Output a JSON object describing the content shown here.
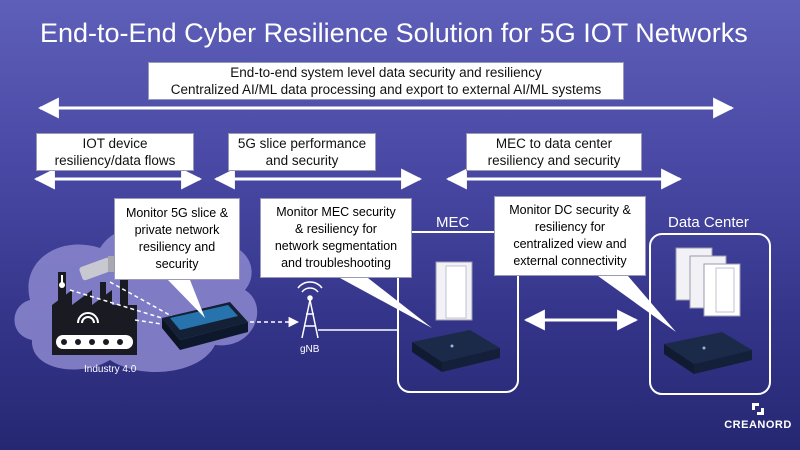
{
  "title": "End-to-End Cyber Resilience Solution for 5G IOT Networks",
  "top_box": {
    "line1": "End-to-end system level data security and resiliency",
    "line2": "Centralized AI/ML data processing and export to external AI/ML systems"
  },
  "scope_boxes": [
    {
      "line1": "IOT device",
      "line2": "resiliency/data flows"
    },
    {
      "line1": "5G slice performance",
      "line2": "and security"
    },
    {
      "line1": "MEC to data center",
      "line2": "resiliency and security"
    }
  ],
  "callouts": [
    {
      "lines": [
        "Monitor 5G slice &",
        "private network",
        "resiliency and",
        "security"
      ]
    },
    {
      "lines": [
        "Monitor MEC security",
        "& resiliency for",
        "network segmentation",
        "and troubleshooting"
      ]
    },
    {
      "lines": [
        "Monitor DC security &",
        "resiliency for",
        "centralized view and",
        "external connectivity"
      ]
    }
  ],
  "labels": {
    "mec": "MEC",
    "data_center": "Data Center",
    "gnb": "gNB",
    "industry": "Industry 4.0"
  },
  "logo": {
    "text": "CREANORD"
  },
  "colors": {
    "background_top": "#5e5fb8",
    "background_bottom": "#262772",
    "arrow": "#ffffff",
    "device": "#1c2a4a",
    "cloud": "#8c88cf"
  }
}
